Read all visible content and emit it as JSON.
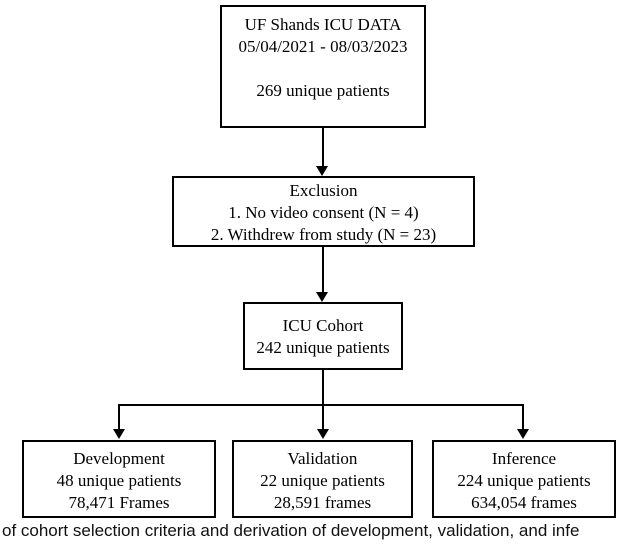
{
  "flowchart": {
    "source": {
      "title": "UF Shands ICU DATA",
      "date_range": "05/04/2021 - 08/03/2023",
      "patients": "269 unique patients"
    },
    "exclusion": {
      "title": "Exclusion",
      "item1": "1. No video consent (N = 4)",
      "item2": "2. Withdrew from study (N = 23)"
    },
    "cohort": {
      "title": "ICU Cohort",
      "patients": "242 unique patients"
    },
    "development": {
      "title": "Development",
      "patients": "48 unique patients",
      "frames": "78,471 Frames"
    },
    "validation": {
      "title": "Validation",
      "patients": "22 unique patients",
      "frames": "28,591 frames"
    },
    "inference": {
      "title": "Inference",
      "patients": "224 unique patients",
      "frames": "634,054 frames"
    }
  },
  "caption": "of cohort selection criteria and derivation of development, validation, and infe",
  "colors": {
    "line": "#000000",
    "text": "#000000",
    "background": "#ffffff"
  }
}
